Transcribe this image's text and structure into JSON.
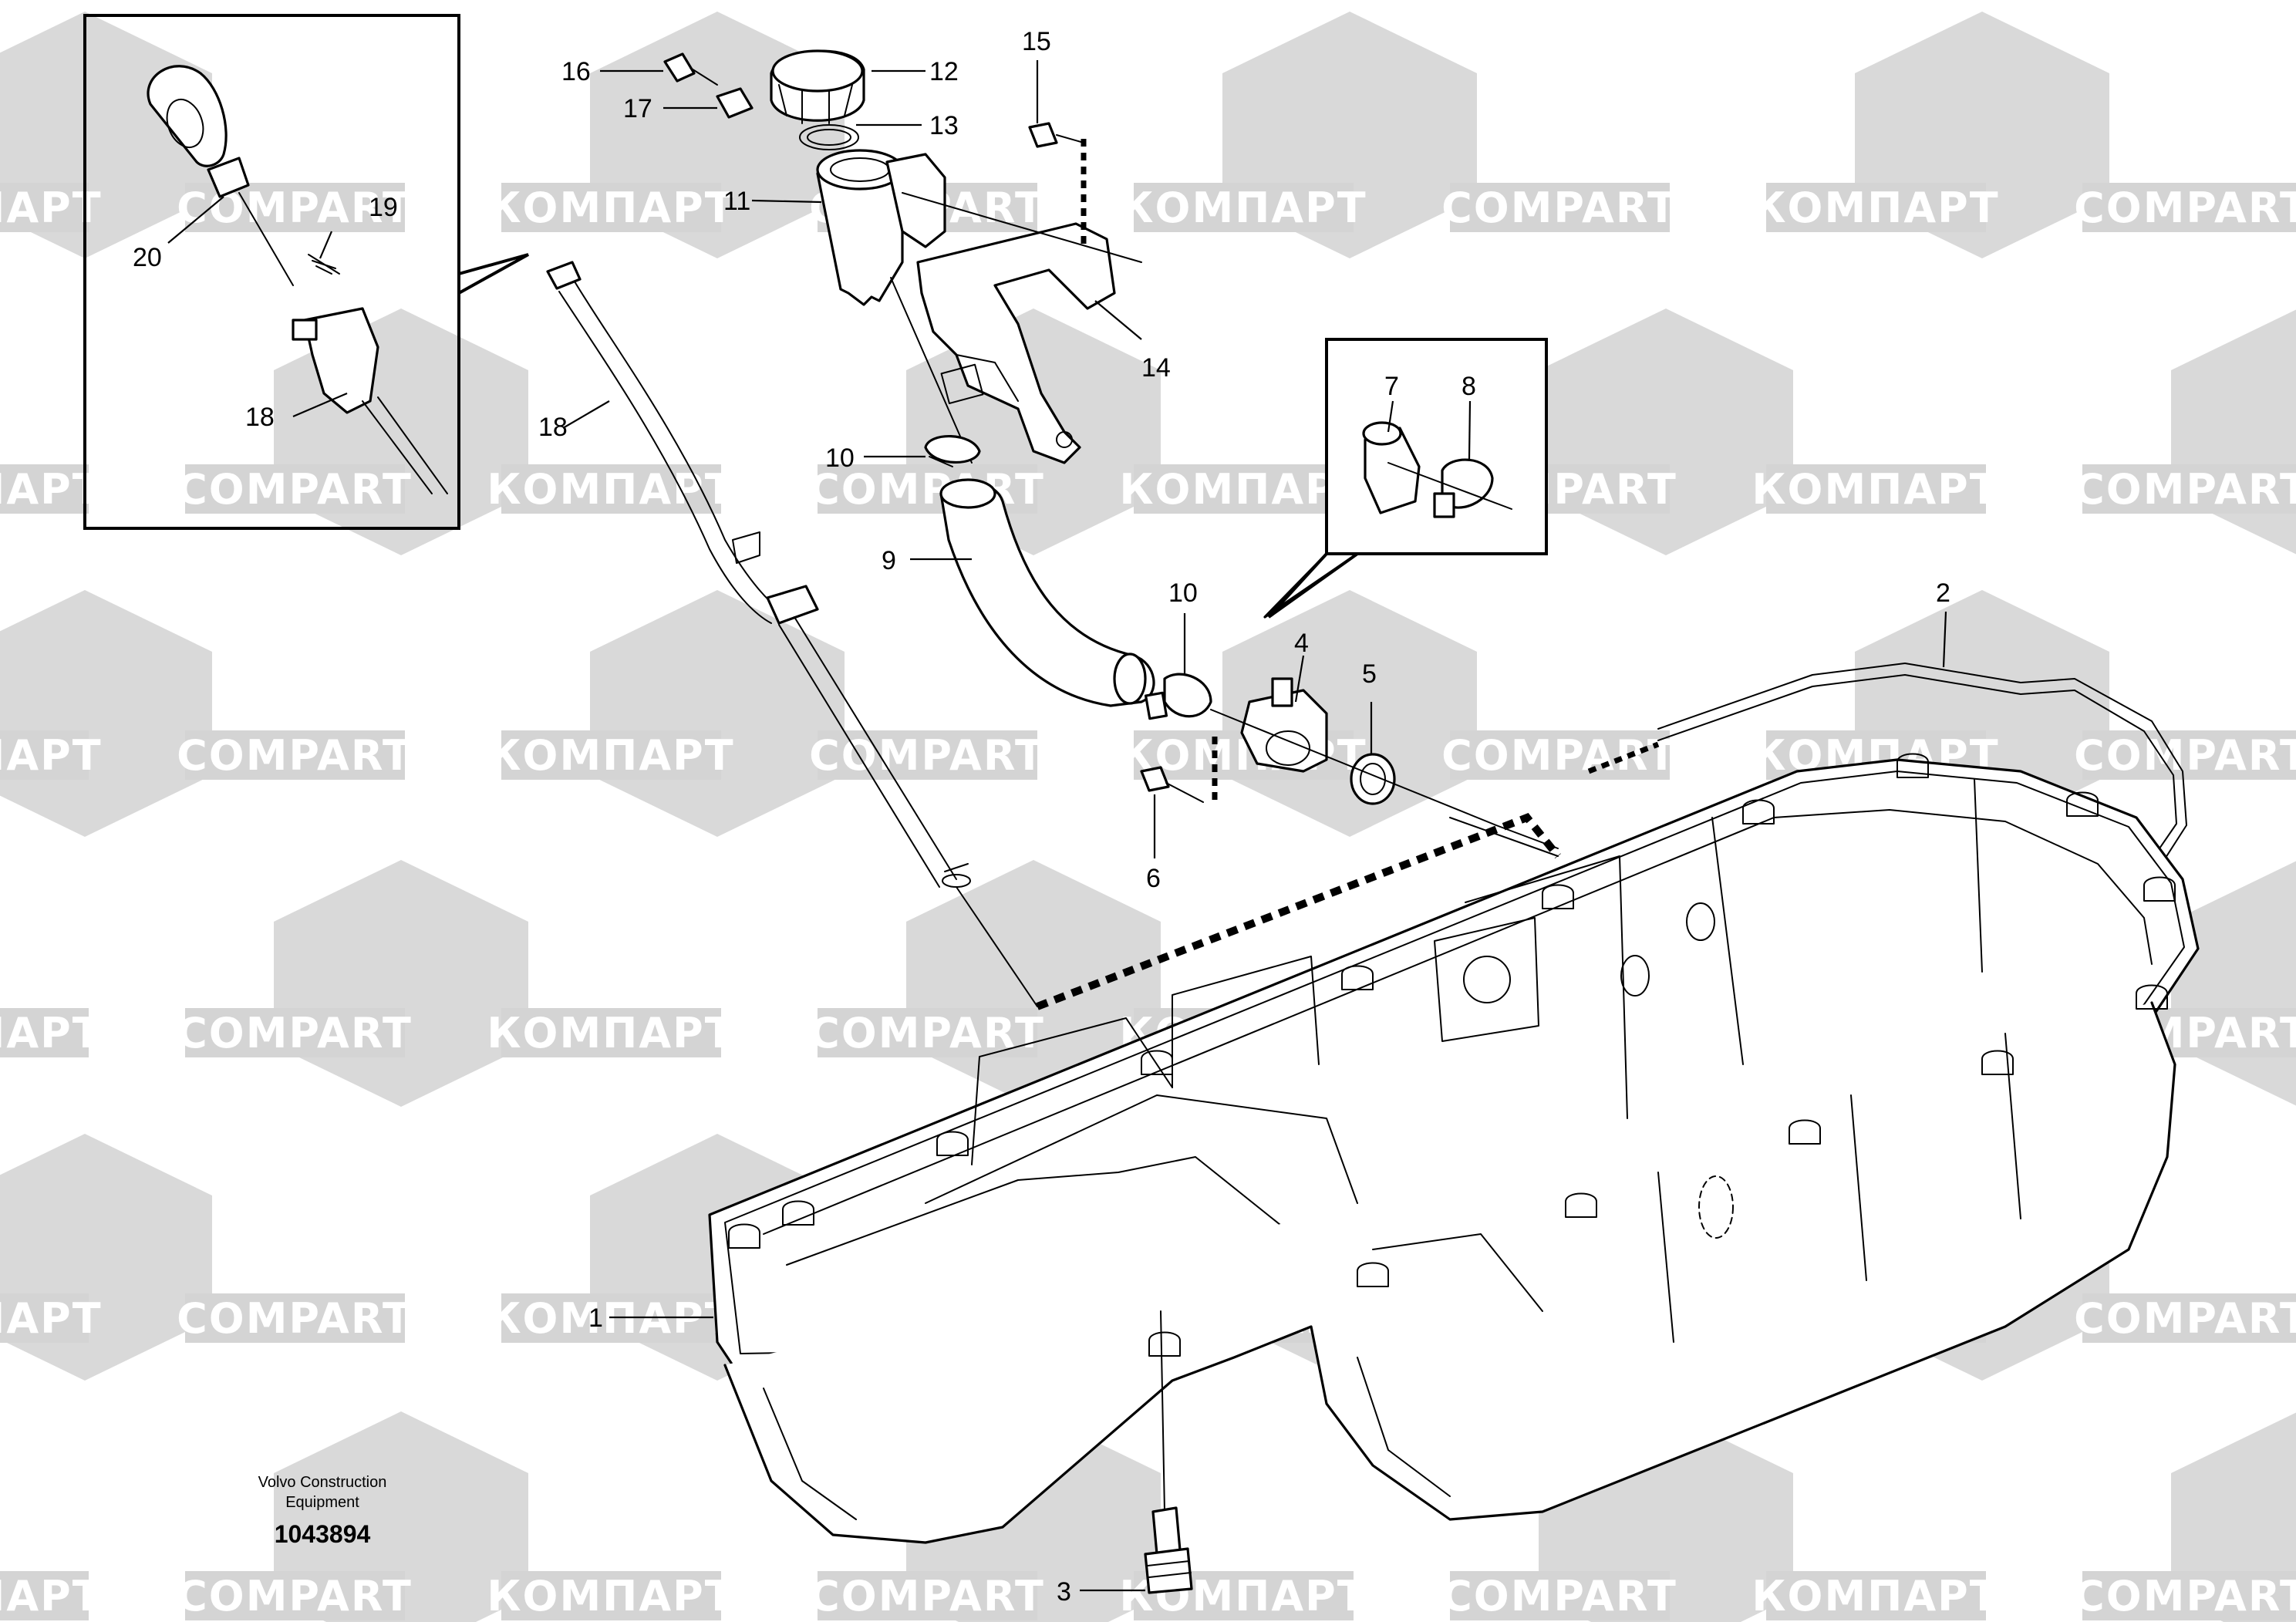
{
  "watermark": {
    "text_cyrillic": "КОМПАРТ",
    "text_latin": "COMPART",
    "color": "#d4d4d4"
  },
  "callouts": {
    "c1": "1",
    "c2": "2",
    "c3": "3",
    "c4": "4",
    "c5": "5",
    "c6": "6",
    "c7": "7",
    "c8": "8",
    "c9": "9",
    "c10a": "10",
    "c10b": "10",
    "c11": "11",
    "c12": "12",
    "c13": "13",
    "c14": "14",
    "c15": "15",
    "c16": "16",
    "c17": "17",
    "c18a": "18",
    "c18b": "18",
    "c19": "19",
    "c20": "20"
  },
  "caption": {
    "line1": "Volvo Construction",
    "line2": "Equipment",
    "number": "1043894"
  }
}
